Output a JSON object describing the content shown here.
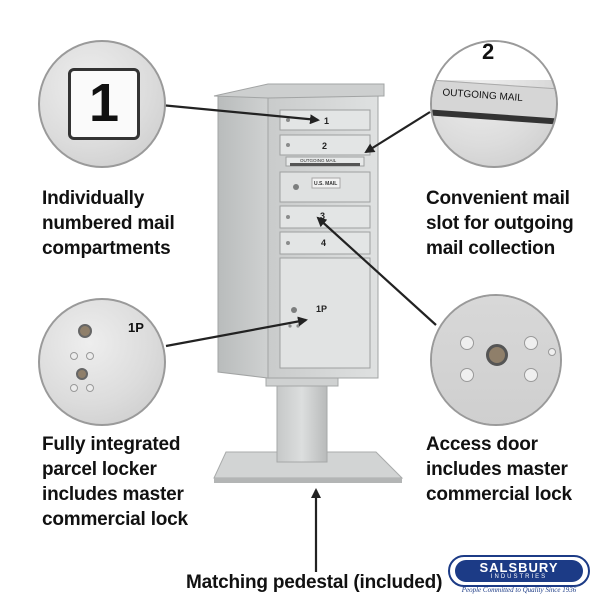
{
  "captions": {
    "compartments": [
      "Individually",
      "numbered mail",
      "compartments"
    ],
    "mail_slot": [
      "Convenient mail",
      "slot for outgoing",
      "mail collection"
    ],
    "parcel_locker": [
      "Fully integrated",
      "parcel locker",
      "includes master",
      "commercial lock"
    ],
    "access_door": [
      "Access door",
      "includes master",
      "commercial lock"
    ],
    "pedestal": "Matching pedestal (included)"
  },
  "insets": {
    "number_plate": "1",
    "outgoing_plate_number": "2",
    "outgoing_label": "OUTGOING MAIL",
    "parcel_label": "1P"
  },
  "mailbox": {
    "door_numbers": [
      "1",
      "2",
      "3",
      "4"
    ],
    "usmail_label": "U.S. MAIL",
    "slot_label": "OUTGOING MAIL",
    "parcel_label": "1P"
  },
  "logo": {
    "brand": "SALSBURY",
    "sub": "INDUSTRIES",
    "tagline": "People Committed to Quality Since 1936"
  },
  "colors": {
    "mailbox_gray": "#d6d8d8",
    "brand_blue": "#1c3b86"
  }
}
